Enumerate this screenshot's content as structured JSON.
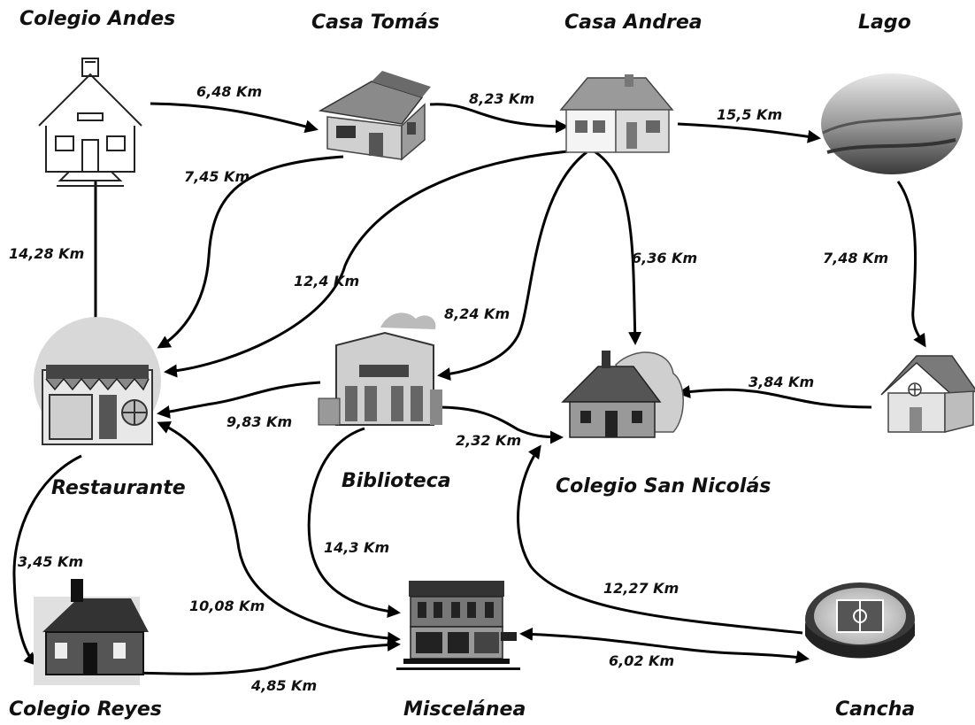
{
  "nodes": [
    {
      "id": "colegio_andes",
      "label": "Colegio Andes",
      "icon": "schoolhouse-icon"
    },
    {
      "id": "casa_tomas",
      "label": "Casa Tomás",
      "icon": "house-icon"
    },
    {
      "id": "casa_andrea",
      "label": "Casa Andrea",
      "icon": "house-icon"
    },
    {
      "id": "lago",
      "label": "Lago",
      "icon": "lake-landscape-icon"
    },
    {
      "id": "restaurante",
      "label": "Restaurante",
      "icon": "storefront-icon"
    },
    {
      "id": "biblioteca",
      "label": "Biblioteca",
      "icon": "library-building-icon"
    },
    {
      "id": "colegio_san_nicolas",
      "label": "Colegio San Nicolás",
      "icon": "country-church-icon"
    },
    {
      "id": "casa_lago",
      "label": "",
      "icon": "small-house-icon"
    },
    {
      "id": "colegio_reyes",
      "label": "Colegio Reyes",
      "icon": "old-school-icon"
    },
    {
      "id": "miscelanea",
      "label": "Miscelánea",
      "icon": "shop-building-icon"
    },
    {
      "id": "cancha",
      "label": "Cancha",
      "icon": "stadium-icon"
    }
  ],
  "edges": [
    {
      "id": "e1",
      "label": "6,48 Km"
    },
    {
      "id": "e2",
      "label": "8,23 Km"
    },
    {
      "id": "e3",
      "label": "15,5 Km"
    },
    {
      "id": "e4",
      "label": "14,28 Km"
    },
    {
      "id": "e5",
      "label": "7,45 Km"
    },
    {
      "id": "e6",
      "label": "12,4 Km"
    },
    {
      "id": "e7",
      "label": "8,24 Km"
    },
    {
      "id": "e8",
      "label": "6,36 Km"
    },
    {
      "id": "e9",
      "label": "7,48 Km"
    },
    {
      "id": "e10",
      "label": "3,84 Km"
    },
    {
      "id": "e11",
      "label": "9,83 Km"
    },
    {
      "id": "e12",
      "label": "2,32 Km"
    },
    {
      "id": "e13",
      "label": "3,45 Km"
    },
    {
      "id": "e14",
      "label": "14,3 Km"
    },
    {
      "id": "e15",
      "label": "10,08 Km"
    },
    {
      "id": "e16",
      "label": "12,27 Km"
    },
    {
      "id": "e17",
      "label": "4,85 Km"
    },
    {
      "id": "e18",
      "label": "6,02 Km"
    }
  ]
}
